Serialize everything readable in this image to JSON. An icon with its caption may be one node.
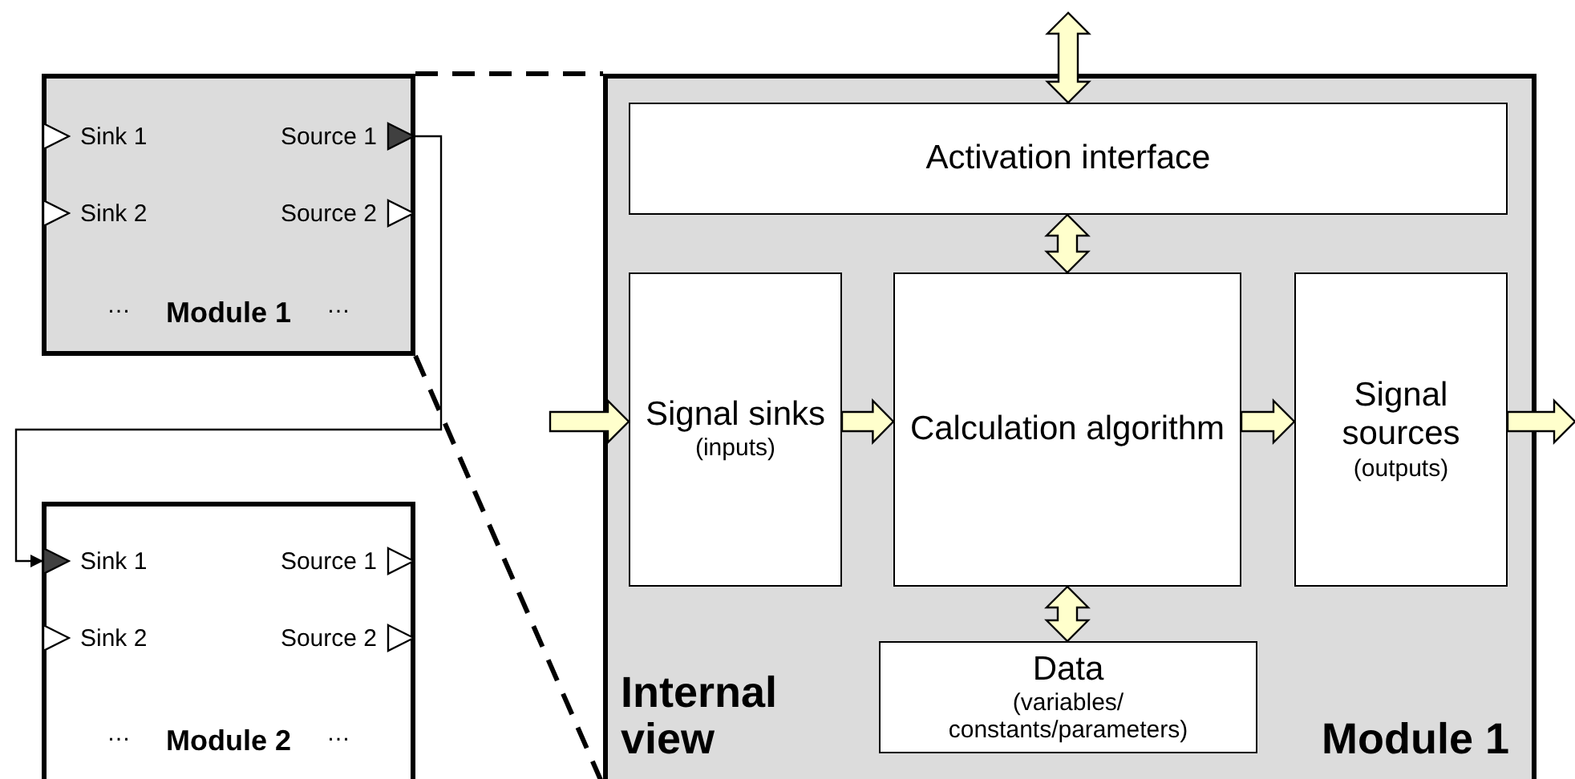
{
  "diagram": {
    "nodes": [
      {
        "text": [
          "…",
          "Module 1",
          "…"
        ]
      },
      {
        "text": [
          "Sink 1"
        ],
        "in": 0
      },
      {
        "text": [
          "Source 1"
        ],
        "in": 0
      },
      {
        "text": [
          "Sink 2"
        ],
        "in": 0
      },
      {
        "text": [
          "Source 2"
        ],
        "in": 0
      },
      {
        "text": [
          "…",
          "Module 2",
          "…"
        ]
      },
      {
        "text": [
          "Sink 1"
        ],
        "in": 5
      },
      {
        "text": [
          "Source 1"
        ],
        "in": 5
      },
      {
        "text": [
          "Sink 2"
        ],
        "in": 5
      },
      {
        "text": [
          "Source 2"
        ],
        "in": 5
      },
      {
        "text": [
          "Internal view",
          "Module 1"
        ]
      },
      {
        "text": [
          "Activation interface"
        ],
        "in": 10
      },
      {
        "text": [
          "Signal sinks",
          "(inputs)"
        ],
        "in": 10
      },
      {
        "text": [
          "Calculation algorithm"
        ],
        "in": 10
      },
      {
        "text": [
          "Signal sources",
          "(outputs)"
        ],
        "in": 10
      },
      {
        "text": [
          "Data",
          "(variables/ constants/parameters)"
        ],
        "in": 10
      }
    ],
    "edges": [
      {
        "from": 2,
        "to": 6,
        "arrow": "to"
      },
      {
        "from": 0,
        "to": 10,
        "arrow": "none",
        "style": "dashed"
      },
      {
        "from": 0,
        "to": 10,
        "arrow": "none",
        "style": "dashed"
      },
      {
        "from": null,
        "to": 11,
        "arrow": "both",
        "style": "thick",
        "color": "#ffffcc"
      },
      {
        "from": 11,
        "to": 13,
        "arrow": "both",
        "style": "thick",
        "color": "#ffffcc"
      },
      {
        "from": null,
        "to": 12,
        "arrow": "to",
        "style": "thick",
        "color": "#ffffcc"
      },
      {
        "from": 12,
        "to": 13,
        "arrow": "to",
        "style": "thick",
        "color": "#ffffcc"
      },
      {
        "from": 13,
        "to": 14,
        "arrow": "to",
        "style": "thick",
        "color": "#ffffcc"
      },
      {
        "from": 14,
        "to": null,
        "arrow": "to",
        "style": "thick",
        "color": "#ffffcc"
      },
      {
        "from": 13,
        "to": 15,
        "arrow": "both",
        "style": "thick",
        "color": "#ffffcc"
      }
    ]
  }
}
